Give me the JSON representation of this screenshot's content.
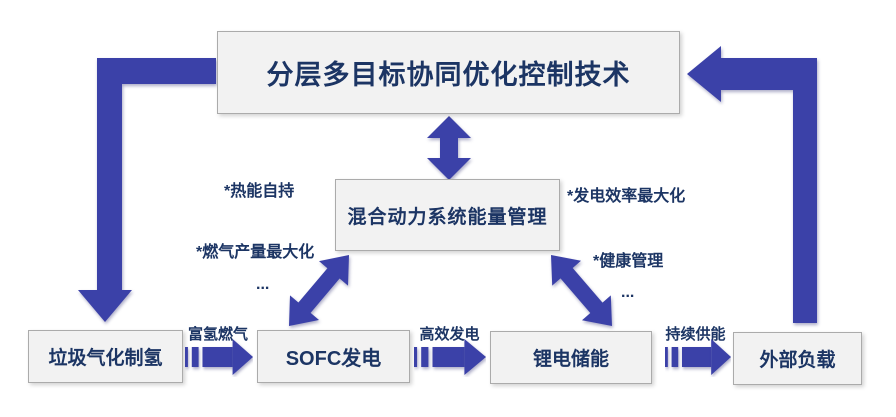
{
  "colors": {
    "arrow": "#3b41a8",
    "text": "#1c3564",
    "box_bg": "#f2f2f2",
    "box_border": "#ababab",
    "background": "#ffffff"
  },
  "boxes": {
    "top": "分层多目标协同优化控制技术",
    "middle": "混合动力系统能量管理",
    "gasification": "垃圾气化制氢",
    "sofc": "SOFC发电",
    "battery": "锂电储能",
    "load": "外部负载"
  },
  "flow_labels": {
    "gas_to_sofc": "富氢燃气",
    "sofc_to_battery": "高效发电",
    "battery_to_load": "持续供能"
  },
  "annotations": {
    "left_top": "*热能自持",
    "left_mid": "*燃气产量最大化",
    "left_more": "...",
    "right_top": "*发电效率最大化",
    "right_mid": "*健康管理",
    "right_more": "..."
  }
}
